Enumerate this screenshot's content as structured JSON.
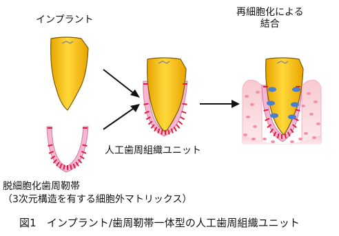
{
  "labels": {
    "implant": "インプラント",
    "regen_line1": "再細胞化による",
    "regen_line2": "結合",
    "unit": "人工歯周組織ユニット",
    "sheet_line1": "脱細胞化歯周靭帯",
    "sheet_line2": "（3次元構造を有する細胞外マトリックス）"
  },
  "caption": "図1　インプラント/歯周靭帯一体型の人工歯周組織ユニット",
  "colors": {
    "implant_fill_light": "#ffd83a",
    "implant_fill_dark": "#e8a400",
    "implant_outline": "#7a5a00",
    "ligament_pink": "#f5b6d3",
    "fiber_red": "#e6183a",
    "bone_pink": "#fce4e6",
    "bone_dots": "#f58ca8",
    "cell_blue": "#4a7fd0",
    "arrow": "#111111"
  }
}
